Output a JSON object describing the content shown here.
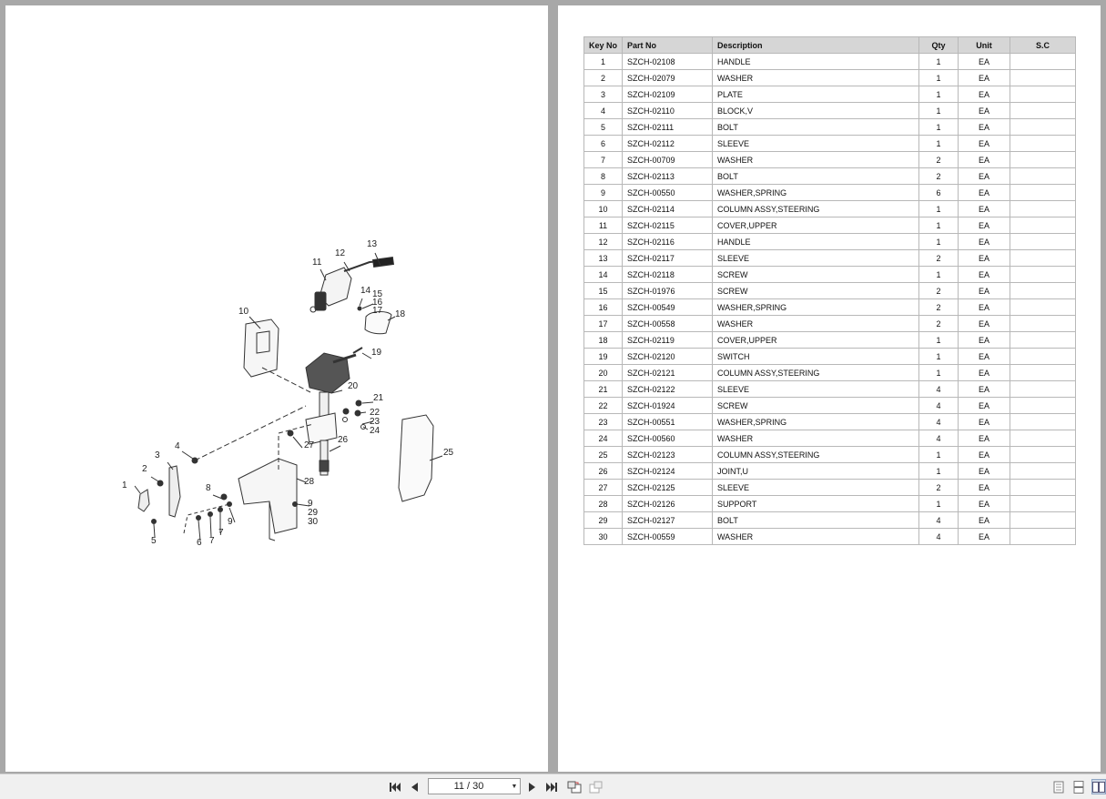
{
  "viewer": {
    "page_indicator": "11 / 30",
    "controls": {
      "first": "first-page-icon",
      "prev": "previous-page-icon",
      "next": "next-page-icon",
      "last": "last-page-icon",
      "rotate": "rotate-icon",
      "rotate_disabled": "rotate-alt-icon",
      "single": "single-page-view-icon",
      "continuous": "continuous-view-icon",
      "facing": "facing-pages-view-icon"
    }
  },
  "diagram": {
    "callouts": [
      "1",
      "2",
      "3",
      "4",
      "5",
      "6",
      "7",
      "7",
      "8",
      "9",
      "9",
      "10",
      "11",
      "12",
      "13",
      "14",
      "15",
      "16",
      "17",
      "18",
      "19",
      "20",
      "21",
      "22",
      "23",
      "24",
      "25",
      "26",
      "27",
      "28",
      "29",
      "30"
    ]
  },
  "table": {
    "headers": [
      "Key No",
      "Part No",
      "Description",
      "Qty",
      "Unit",
      "S.C"
    ],
    "rows": [
      [
        "1",
        "SZCH-02108",
        "HANDLE",
        "1",
        "EA",
        ""
      ],
      [
        "2",
        "SZCH-02079",
        "WASHER",
        "1",
        "EA",
        ""
      ],
      [
        "3",
        "SZCH-02109",
        "PLATE",
        "1",
        "EA",
        ""
      ],
      [
        "4",
        "SZCH-02110",
        "BLOCK,V",
        "1",
        "EA",
        ""
      ],
      [
        "5",
        "SZCH-02111",
        "BOLT",
        "1",
        "EA",
        ""
      ],
      [
        "6",
        "SZCH-02112",
        "SLEEVE",
        "1",
        "EA",
        ""
      ],
      [
        "7",
        "SZCH-00709",
        "WASHER",
        "2",
        "EA",
        ""
      ],
      [
        "8",
        "SZCH-02113",
        "BOLT",
        "2",
        "EA",
        ""
      ],
      [
        "9",
        "SZCH-00550",
        "WASHER,SPRING",
        "6",
        "EA",
        ""
      ],
      [
        "10",
        "SZCH-02114",
        "COLUMN ASSY,STEERING",
        "1",
        "EA",
        ""
      ],
      [
        "11",
        "SZCH-02115",
        "COVER,UPPER",
        "1",
        "EA",
        ""
      ],
      [
        "12",
        "SZCH-02116",
        "HANDLE",
        "1",
        "EA",
        ""
      ],
      [
        "13",
        "SZCH-02117",
        "SLEEVE",
        "2",
        "EA",
        ""
      ],
      [
        "14",
        "SZCH-02118",
        "SCREW",
        "1",
        "EA",
        ""
      ],
      [
        "15",
        "SZCH-01976",
        "SCREW",
        "2",
        "EA",
        ""
      ],
      [
        "16",
        "SZCH-00549",
        "WASHER,SPRING",
        "2",
        "EA",
        ""
      ],
      [
        "17",
        "SZCH-00558",
        "WASHER",
        "2",
        "EA",
        ""
      ],
      [
        "18",
        "SZCH-02119",
        "COVER,UPPER",
        "1",
        "EA",
        ""
      ],
      [
        "19",
        "SZCH-02120",
        "SWITCH",
        "1",
        "EA",
        ""
      ],
      [
        "20",
        "SZCH-02121",
        "COLUMN ASSY,STEERING",
        "1",
        "EA",
        ""
      ],
      [
        "21",
        "SZCH-02122",
        "SLEEVE",
        "4",
        "EA",
        ""
      ],
      [
        "22",
        "SZCH-01924",
        "SCREW",
        "4",
        "EA",
        ""
      ],
      [
        "23",
        "SZCH-00551",
        "WASHER,SPRING",
        "4",
        "EA",
        ""
      ],
      [
        "24",
        "SZCH-00560",
        "WASHER",
        "4",
        "EA",
        ""
      ],
      [
        "25",
        "SZCH-02123",
        "COLUMN ASSY,STEERING",
        "1",
        "EA",
        ""
      ],
      [
        "26",
        "SZCH-02124",
        "JOINT,U",
        "1",
        "EA",
        ""
      ],
      [
        "27",
        "SZCH-02125",
        "SLEEVE",
        "2",
        "EA",
        ""
      ],
      [
        "28",
        "SZCH-02126",
        "SUPPORT",
        "1",
        "EA",
        ""
      ],
      [
        "29",
        "SZCH-02127",
        "BOLT",
        "4",
        "EA",
        ""
      ],
      [
        "30",
        "SZCH-00559",
        "WASHER",
        "4",
        "EA",
        ""
      ]
    ]
  }
}
